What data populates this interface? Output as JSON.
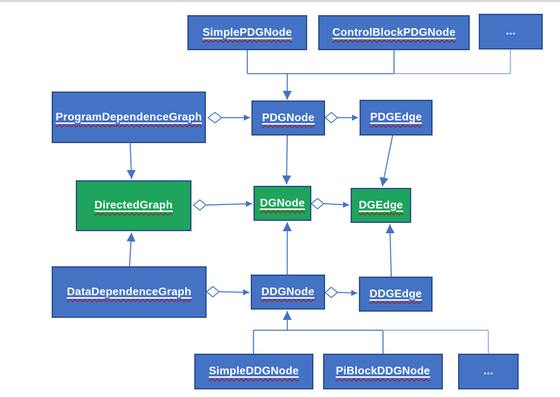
{
  "diagram_type": "uml-class-diagram",
  "colors": {
    "node_fill_blue": "#4472C4",
    "node_fill_green": "#1EA45C",
    "node_border": "#2F528F",
    "node_text": "#FFFFFF",
    "connector": "#4472C4",
    "connector_light": "#8FAADC",
    "spellcheck_underline": "#C00000",
    "top_rule": "#D8D8D8",
    "background": "#FFFFFF"
  },
  "nodes": {
    "simple_pdg_node": {
      "label": "SimplePDGNode",
      "color": "blue"
    },
    "control_block_pdg_node": {
      "label": "ControlBlockPDGNode",
      "color": "blue"
    },
    "ellipsis_top": {
      "label": "...",
      "color": "blue"
    },
    "program_dependence_graph": {
      "label": "ProgramDependenceGraph",
      "color": "blue"
    },
    "pdg_node": {
      "label": "PDGNode",
      "color": "blue"
    },
    "pdg_edge": {
      "label": "PDGEdge",
      "color": "blue"
    },
    "directed_graph": {
      "label": "DirectedGraph",
      "color": "green"
    },
    "dg_node": {
      "label": "DGNode",
      "color": "green"
    },
    "dg_edge": {
      "label": "DGEdge",
      "color": "green"
    },
    "data_dependence_graph": {
      "label": "DataDependenceGraph",
      "color": "blue"
    },
    "ddg_node": {
      "label": "DDGNode",
      "color": "blue"
    },
    "ddg_edge": {
      "label": "DDGEdge",
      "color": "blue"
    },
    "simple_ddg_node": {
      "label": "SimpleDDGNode",
      "color": "blue"
    },
    "pi_block_ddg_node": {
      "label": "PiBlockDDGNode",
      "color": "blue"
    },
    "ellipsis_bottom": {
      "label": "...",
      "color": "blue"
    }
  },
  "edges": [
    {
      "from": "SimplePDGNode",
      "to": "PDGNode",
      "type": "inheritance"
    },
    {
      "from": "ControlBlockPDGNode",
      "to": "PDGNode",
      "type": "inheritance"
    },
    {
      "from": "... (top)",
      "to": "PDGNode",
      "type": "inheritance"
    },
    {
      "from": "ProgramDependenceGraph",
      "to": "PDGNode",
      "type": "aggregation"
    },
    {
      "from": "PDGNode",
      "to": "PDGEdge",
      "type": "aggregation"
    },
    {
      "from": "ProgramDependenceGraph",
      "to": "DirectedGraph",
      "type": "inheritance"
    },
    {
      "from": "PDGNode",
      "to": "DGNode",
      "type": "inheritance"
    },
    {
      "from": "PDGEdge",
      "to": "DGEdge",
      "type": "inheritance"
    },
    {
      "from": "DirectedGraph",
      "to": "DGNode",
      "type": "aggregation"
    },
    {
      "from": "DGNode",
      "to": "DGEdge",
      "type": "aggregation"
    },
    {
      "from": "DataDependenceGraph",
      "to": "DirectedGraph",
      "type": "inheritance"
    },
    {
      "from": "DDGNode",
      "to": "DGNode",
      "type": "inheritance"
    },
    {
      "from": "DDGEdge",
      "to": "DGEdge",
      "type": "inheritance"
    },
    {
      "from": "DataDependenceGraph",
      "to": "DDGNode",
      "type": "aggregation"
    },
    {
      "from": "DDGNode",
      "to": "DDGEdge",
      "type": "aggregation"
    },
    {
      "from": "SimpleDDGNode",
      "to": "DDGNode",
      "type": "inheritance"
    },
    {
      "from": "PiBlockDDGNode",
      "to": "DDGNode",
      "type": "inheritance"
    },
    {
      "from": "... (bottom)",
      "to": "DDGNode",
      "type": "inheritance"
    }
  ]
}
